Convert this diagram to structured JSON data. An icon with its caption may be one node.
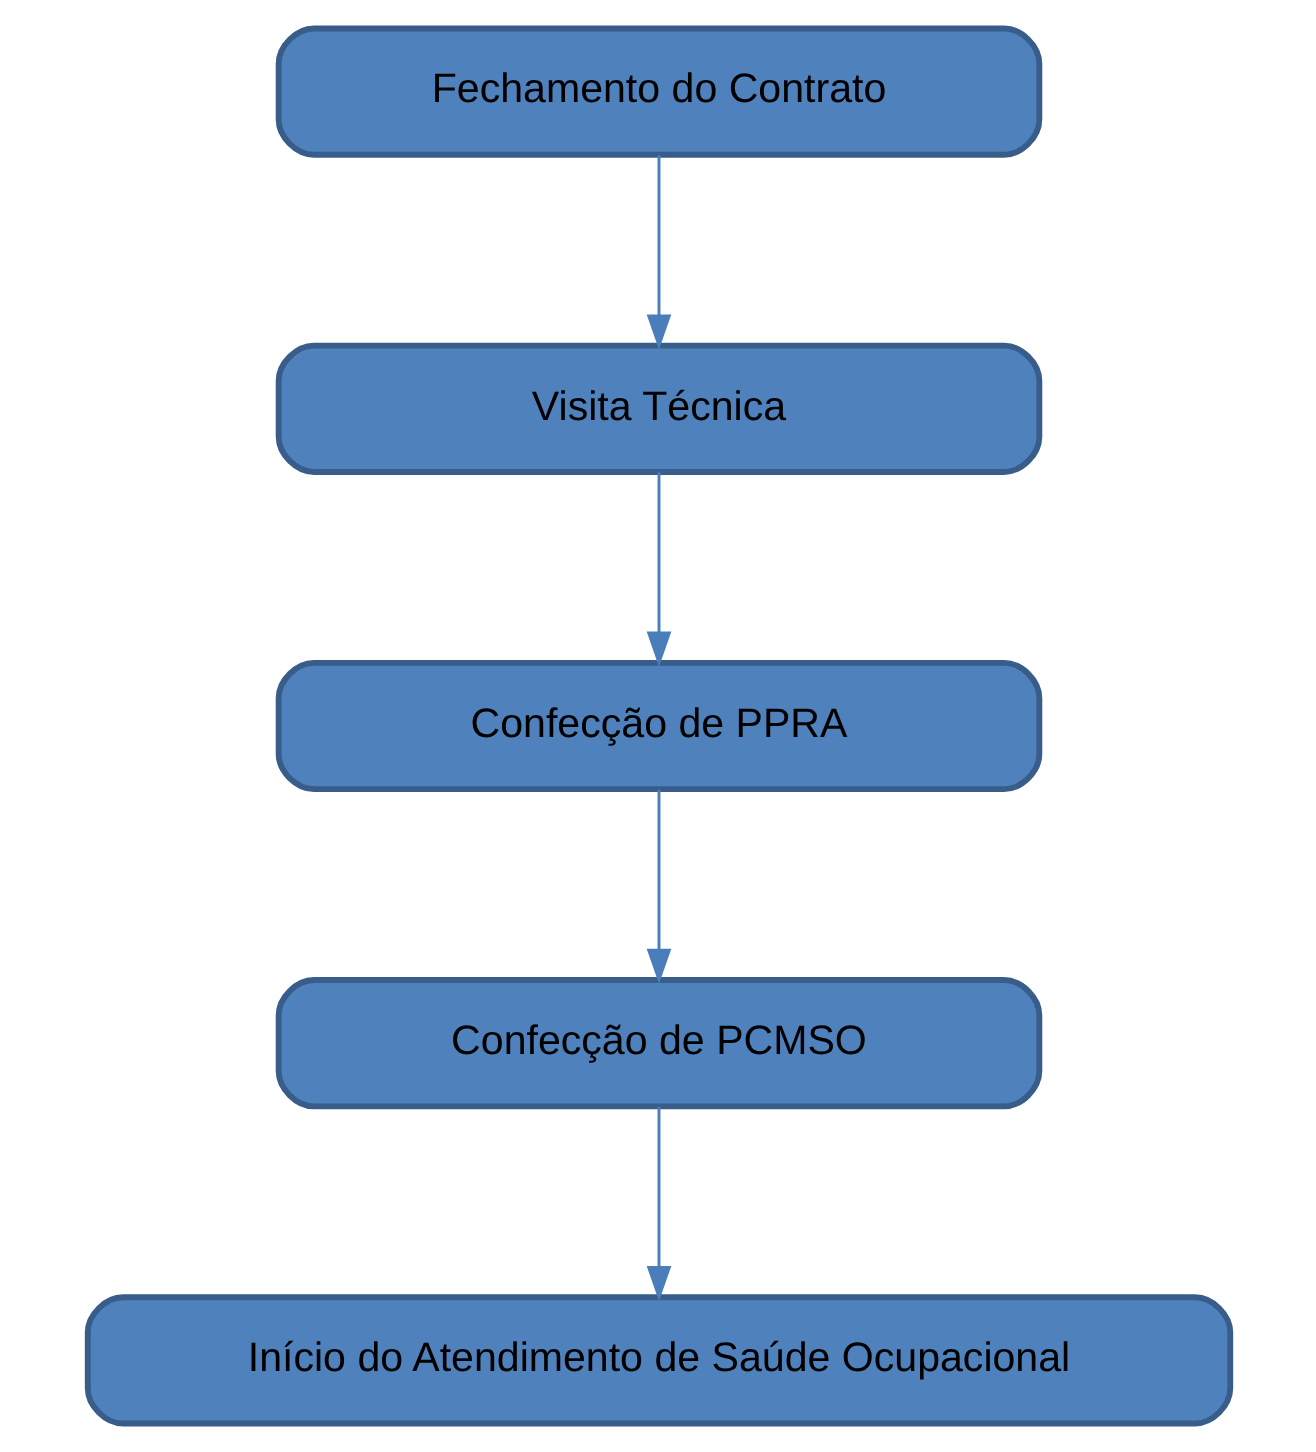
{
  "diagram": {
    "nodes": [
      {
        "text": [
          "Fechamento do Contrato"
        ]
      },
      {
        "text": [
          "Visita Técnica"
        ]
      },
      {
        "text": [
          "Confecção de PPRA"
        ]
      },
      {
        "text": [
          "Confecção de PCMSO"
        ]
      },
      {
        "text": [
          "Início do Atendimento de Saúde Ocupacional"
        ]
      }
    ],
    "edges": [
      {
        "from": 0,
        "to": 1,
        "arrow": "to"
      },
      {
        "from": 1,
        "to": 2,
        "arrow": "to"
      },
      {
        "from": 2,
        "to": 3,
        "arrow": "to"
      },
      {
        "from": 3,
        "to": 4,
        "arrow": "to"
      }
    ]
  }
}
